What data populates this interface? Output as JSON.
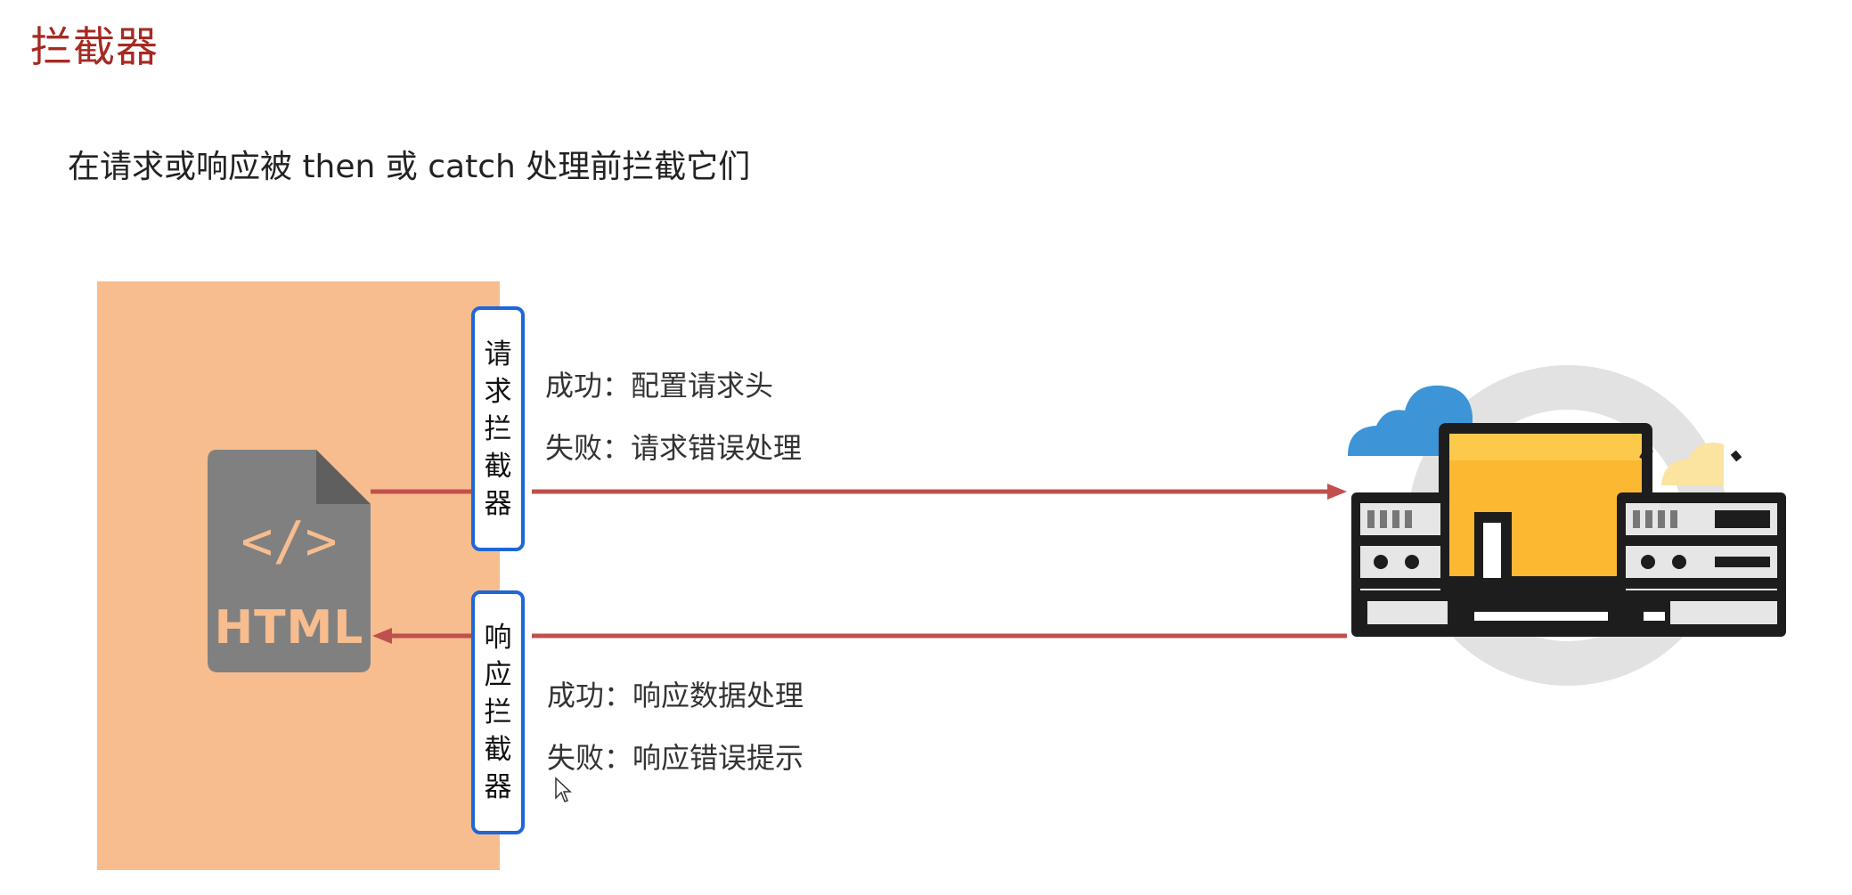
{
  "title": "拦截器",
  "subtitle": "在请求或响应被 then 或 catch 处理前拦截它们",
  "client": {
    "file_label": "HTML",
    "code_glyph": "</>",
    "icon": "html-file-icon"
  },
  "request_interceptor": {
    "label_chars": [
      "请",
      "求",
      "拦",
      "截",
      "器"
    ],
    "success": "成功：配置请求头",
    "failure": "失败：请求错误处理"
  },
  "response_interceptor": {
    "label_chars": [
      "响",
      "应",
      "拦",
      "截",
      "器"
    ],
    "success": "成功：响应数据处理",
    "failure": "失败：响应错误提示"
  },
  "server": {
    "icon": "server-cloud-icon"
  },
  "colors": {
    "title": "#a62a22",
    "panel": "#f7bd8e",
    "arrow": "#c0504d",
    "box_border": "#1f66d6",
    "file_icon": "#808080"
  }
}
